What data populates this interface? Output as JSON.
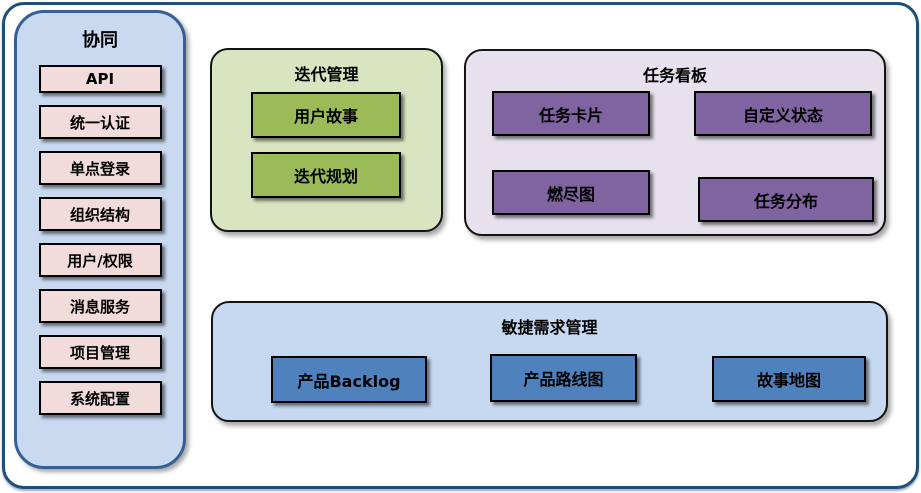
{
  "sidebar": {
    "title": "协同",
    "items": [
      {
        "label": "API"
      },
      {
        "label": "统一认证"
      },
      {
        "label": "单点登录"
      },
      {
        "label": "组织结构"
      },
      {
        "label": "用户/权限"
      },
      {
        "label": "消息服务"
      },
      {
        "label": "项目管理"
      },
      {
        "label": "系统配置"
      }
    ]
  },
  "groups": {
    "iteration": {
      "title": "迭代管理",
      "items": [
        {
          "label": "用户故事"
        },
        {
          "label": "迭代规划"
        }
      ]
    },
    "kanban": {
      "title": "任务看板",
      "items": [
        {
          "label": "任务卡片"
        },
        {
          "label": "自定义状态"
        },
        {
          "label": "燃尽图"
        },
        {
          "label": "任务分布"
        }
      ]
    },
    "requirements": {
      "title": "敏捷需求管理",
      "items": [
        {
          "label": "产品Backlog"
        },
        {
          "label": "产品路线图"
        },
        {
          "label": "故事地图"
        }
      ]
    }
  },
  "colors": {
    "frame_border": "#1F4E79",
    "sidebar_fill": "#C9D9F0",
    "sidebar_border": "#376092",
    "sidebar_item_fill": "#F2DCDB",
    "iteration_container_fill": "#D9E5C1",
    "iteration_item_fill": "#9BBB59",
    "kanban_container_fill": "#E6E1ED",
    "kanban_item_fill": "#8064A2",
    "requirements_container_fill": "#C6D9F0",
    "requirements_item_fill": "#4F81BD",
    "item_border": "#000000"
  }
}
